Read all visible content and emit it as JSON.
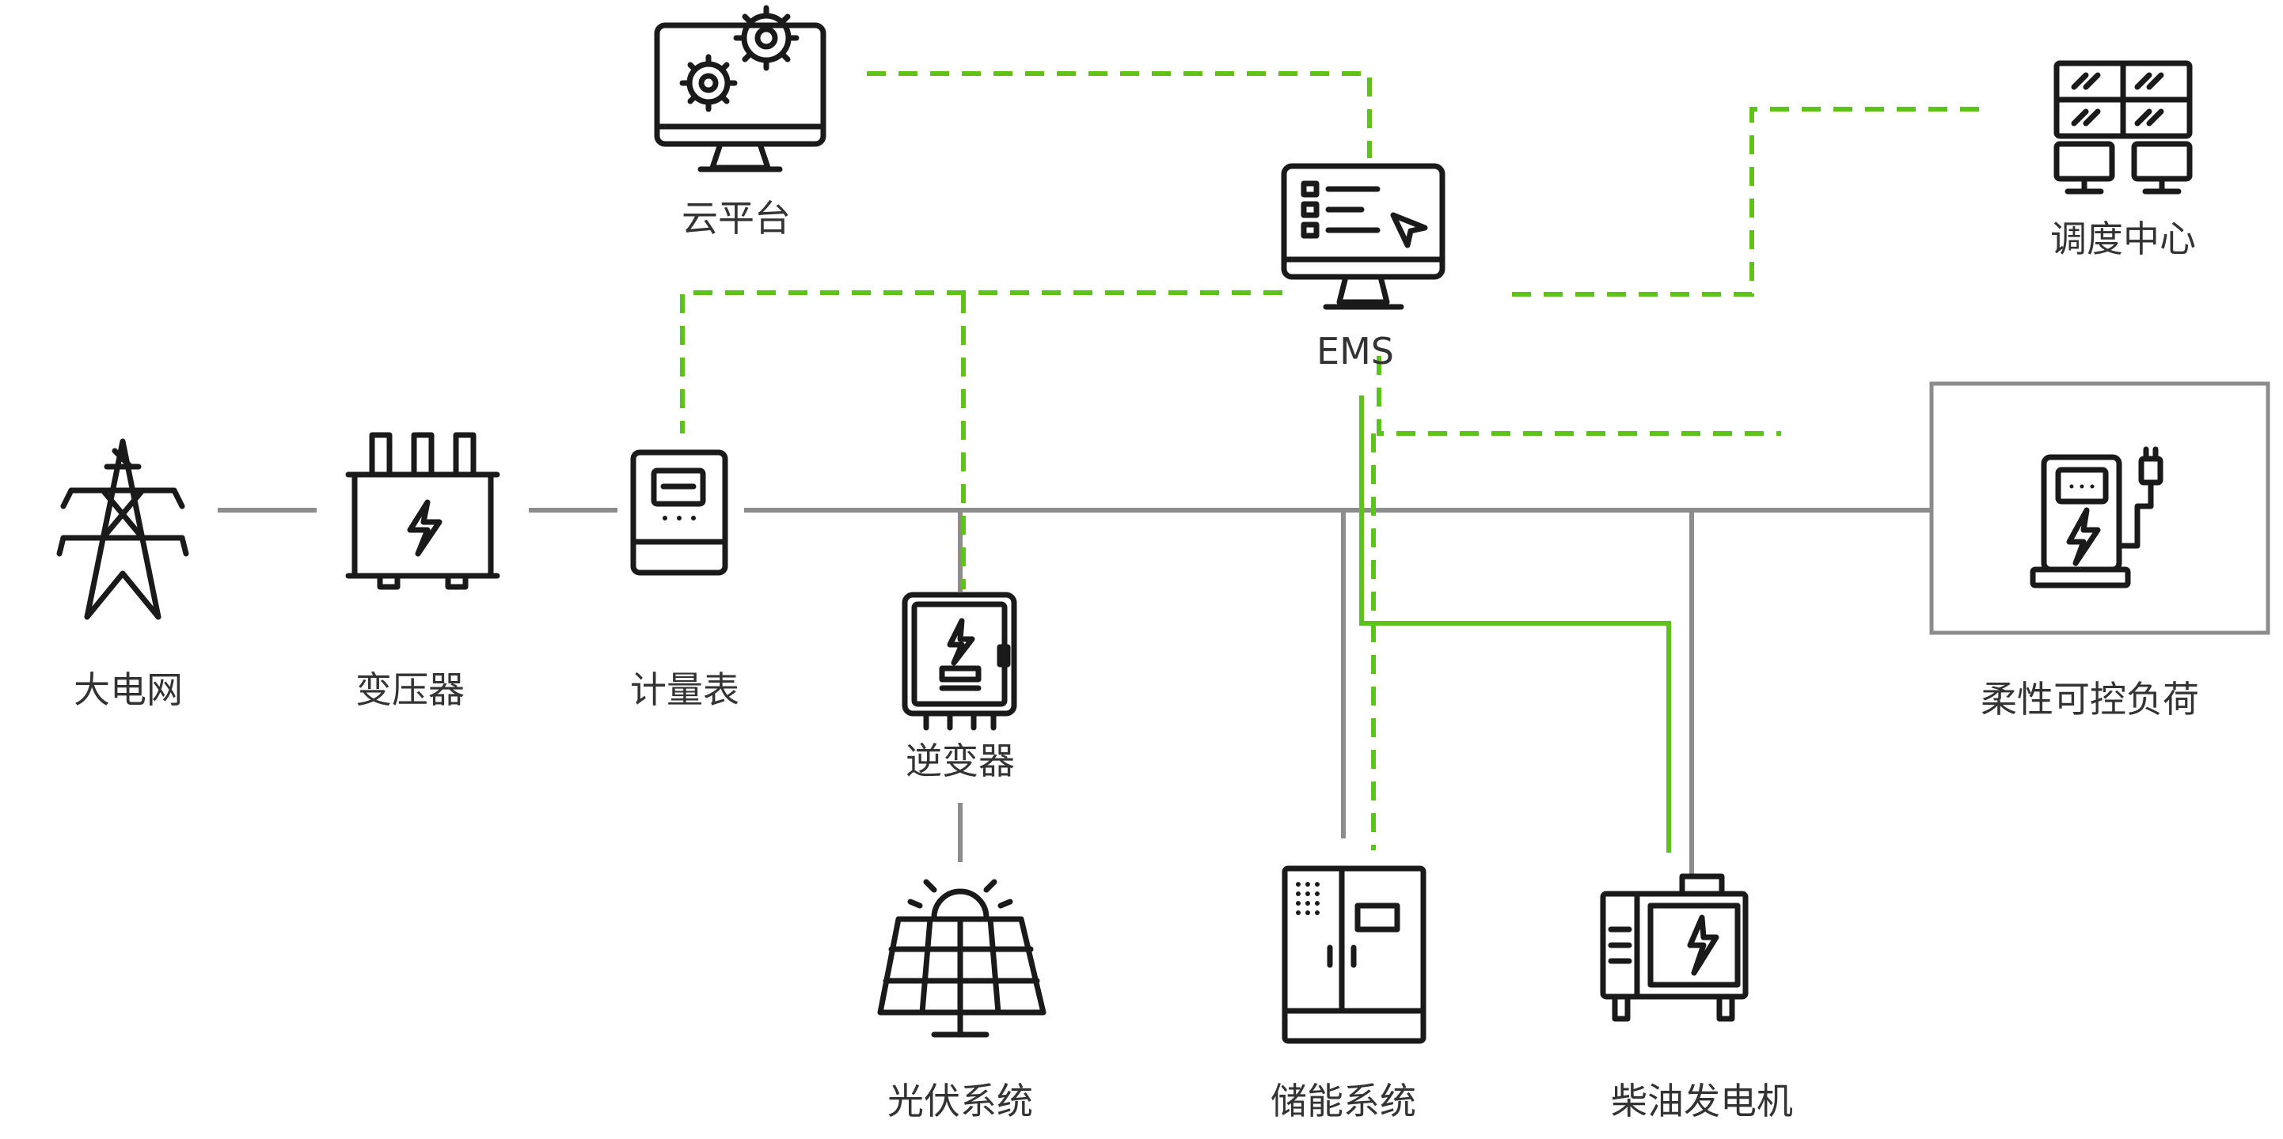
{
  "nodes": {
    "grid": {
      "label": "大电网",
      "icon": "transmission-tower-icon"
    },
    "transformer": {
      "label": "变压器",
      "icon": "transformer-icon"
    },
    "meter": {
      "label": "计量表",
      "icon": "electric-meter-icon"
    },
    "inverter": {
      "label": "逆变器",
      "icon": "inverter-icon"
    },
    "pv": {
      "label": "光伏系统",
      "icon": "solar-panel-icon"
    },
    "storage": {
      "label": "储能系统",
      "icon": "battery-cabinet-icon"
    },
    "diesel": {
      "label": "柴油发电机",
      "icon": "diesel-generator-icon"
    },
    "load": {
      "label": "柔性可控负荷",
      "icon": "ev-charger-icon"
    },
    "cloud": {
      "label": "云平台",
      "icon": "monitor-gears-icon"
    },
    "ems": {
      "label": "EMS",
      "icon": "ems-monitor-icon"
    },
    "dispatch": {
      "label": "调度中心",
      "icon": "control-room-icon"
    }
  },
  "colors": {
    "power_line": "#8c8c8c",
    "comm_line": "#5cc318",
    "icon": "#1a1a1a",
    "label": "#333333",
    "load_frame": "#8c8c8c"
  }
}
